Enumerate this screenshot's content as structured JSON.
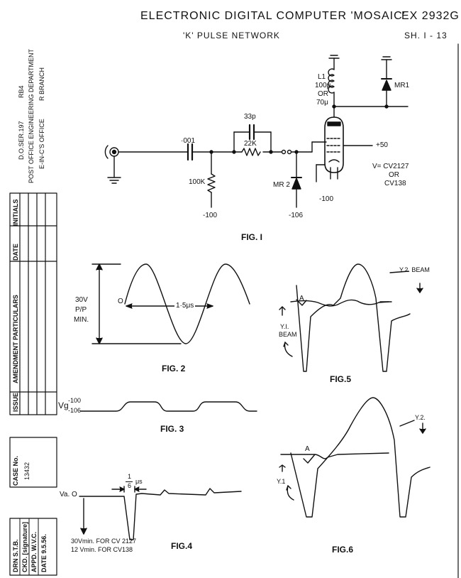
{
  "header": {
    "title": "ELECTRONIC DIGITAL COMPUTER 'MOSAIC'",
    "doc_no": "EX 2932G",
    "subtitle": "'K' PULSE NETWORK",
    "sheet": "SH. I - 13"
  },
  "side": {
    "r84": "RB4",
    "dosr": "D.O.SER.197",
    "dept": "POST OFFICE ENGINEERING DEPARTMENT",
    "office": "E-IN-C'S OFFICE",
    "branch": "R BRANCH",
    "table_headers": [
      "INITIALS",
      "DATE",
      "AMENDMENT PARTICULARS",
      "ISSUE"
    ],
    "case_label": "CASE No.",
    "case_no": "13432",
    "sign": [
      "DRN S.T.B.",
      "CKD. [signature]",
      "APPD. W.V.C.",
      "DATE 9.5.56."
    ]
  },
  "fig1": {
    "caption": "FIG. I",
    "c1": "·001",
    "c2": "33p",
    "r1": "22K",
    "r2": "100K",
    "v_r2": "-100",
    "mr2": "MR 2",
    "v_mr2": "-106",
    "l1": [
      "L1",
      "100μ",
      "OR",
      "70μ"
    ],
    "mr1": "MR1",
    "v_plus": "+50",
    "v_cath": "-100",
    "valve": [
      "V= CV2127",
      "OR",
      "CV138"
    ]
  },
  "fig2": {
    "caption": "FIG. 2",
    "amp": [
      "30V",
      "P/P",
      "MIN."
    ],
    "zero": "O",
    "period": "1·5μs"
  },
  "fig3": {
    "caption": "FIG. 3",
    "vg": "Vg",
    "v1": "-100",
    "v2": "-106"
  },
  "fig4": {
    "caption": "FIG.4",
    "va": "Va. O",
    "width_num": "1",
    "width_den": "6",
    "width_unit": "μs",
    "note1": "30Vmin. FOR CV 2127",
    "note2": "12 Vmin. FOR CV138"
  },
  "fig5": {
    "caption": "FIG.5",
    "y2": "Y.2. BEAM",
    "y1": [
      "Y.I.",
      "BEAM"
    ],
    "a": "A"
  },
  "fig6": {
    "caption": "FIG.6",
    "y2": "Y.2.",
    "y1": "Y.1",
    "a": "A"
  }
}
